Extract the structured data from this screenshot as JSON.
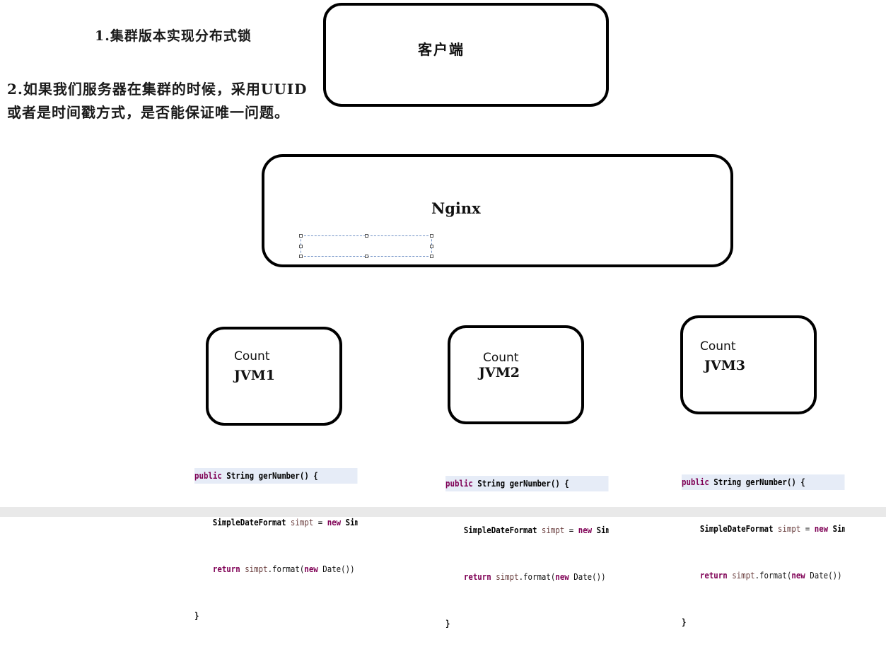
{
  "notes": {
    "note1": "1.集群版本实现分布式锁",
    "note2": "2.如果我们服务器在集群的时候，采用UUID或者是时间戳方式，是否能保证唯一问题。"
  },
  "nodes": {
    "client": "客户端",
    "nginx": "Nginx",
    "jvm1": {
      "count": "Count",
      "name": "JVM1"
    },
    "jvm2": {
      "count": "Count",
      "name": "JVM2"
    },
    "jvm3": {
      "count": "Count",
      "name": "JVM3"
    }
  },
  "code": {
    "line1_kw1": "public",
    "line1_type": "String",
    "line1_rest": "gerNumber() {",
    "line2_type": "SimpleDateFormat",
    "line2_var": "simpt",
    "line2_eq": "=",
    "line2_kw": "new",
    "line2_rest": "SimpleD",
    "line3_kw": "return",
    "line3_var": "simpt",
    "line3_call": ".format(",
    "line3_kw2": "new",
    "line3_rest": "Date()) +",
    "line3_str": "\"",
    "line4": "}"
  }
}
